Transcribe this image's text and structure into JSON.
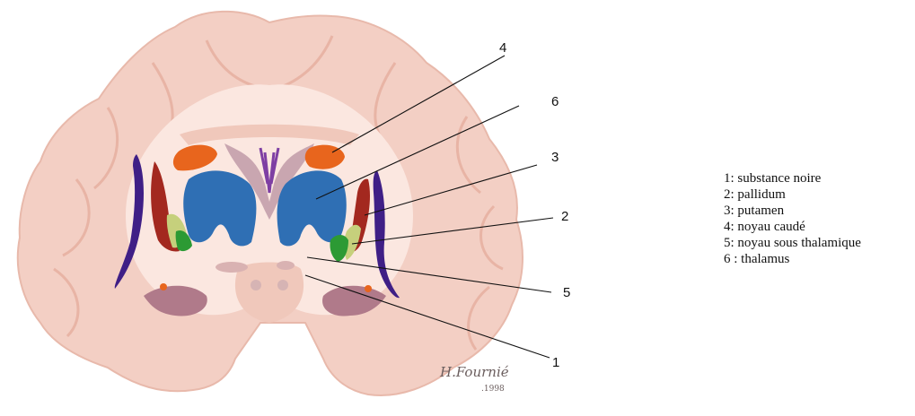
{
  "figure": {
    "callout_numbers": [
      "1",
      "2",
      "3",
      "4",
      "5",
      "6"
    ],
    "signature_name": "H.Fournié",
    "signature_year": ".1998"
  },
  "legend": {
    "items": [
      "1: substance noire",
      "2: pallidum",
      "3: putamen",
      "4: noyau caudé",
      "5: noyau sous thalamique",
      "6 : thalamus"
    ]
  },
  "colors": {
    "cortex": "#f3cfc4",
    "white_matter": "#fbe7e0",
    "caudate": "#e8651d",
    "thalamus": "#2f6fb4",
    "putamen": "#a3281f",
    "pallidum": "#2c9a34",
    "pallidum_outer": "#c6d07c",
    "claustrum": "#3f1f86",
    "ventricle": "#b07a8a"
  }
}
